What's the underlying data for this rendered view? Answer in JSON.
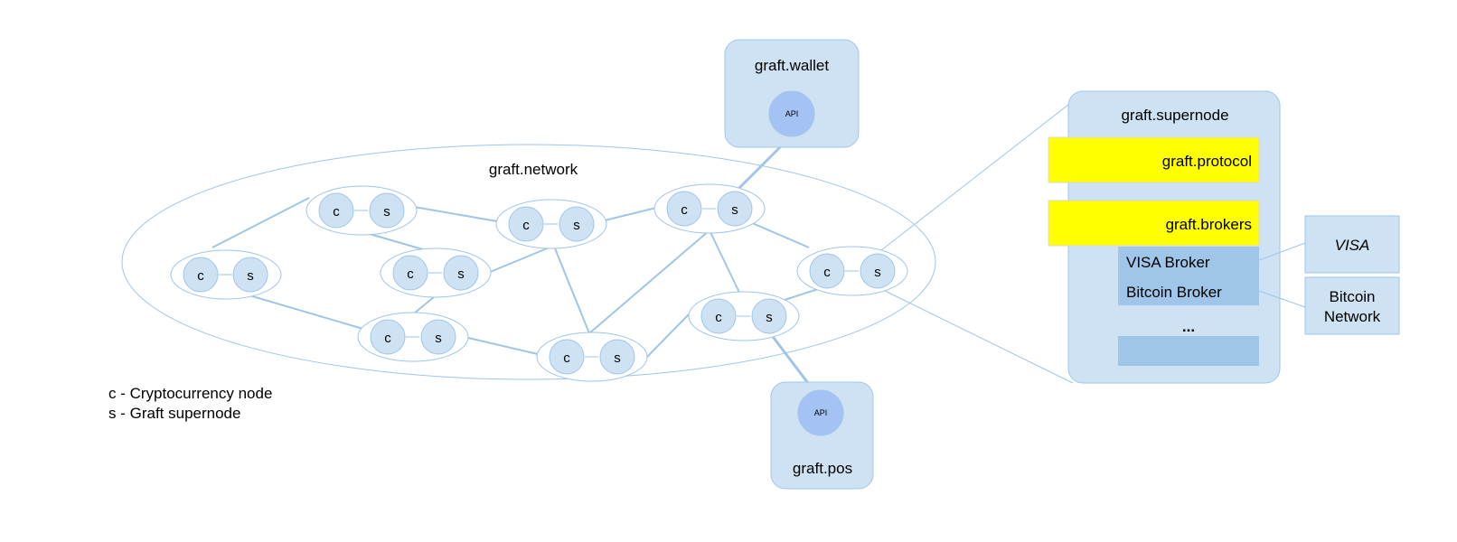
{
  "network": {
    "title": "graft.network"
  },
  "node_labels": {
    "cryptocurrency": "c",
    "supernode": "s"
  },
  "wallet": {
    "title": "graft.wallet",
    "api_label": "API"
  },
  "pos": {
    "title": "graft.pos",
    "api_label": "API"
  },
  "supernode": {
    "title": "graft.supernode",
    "protocol": "graft.protocol",
    "brokers": "graft.brokers",
    "broker_items": [
      "VISA Broker",
      "Bitcoin Broker"
    ],
    "ellipsis": "..."
  },
  "external": {
    "visa": "VISA",
    "bitcoin_line1": "Bitcoin",
    "bitcoin_line2": "Network"
  },
  "legend": [
    "c - Cryptocurrency node",
    "s - Graft supernode"
  ],
  "colors": {
    "light_blue": "#cfe2f3",
    "medium_blue": "#9fc5e8",
    "api_blue": "#a4c2f4",
    "highlight_yellow": "#ffff00"
  }
}
